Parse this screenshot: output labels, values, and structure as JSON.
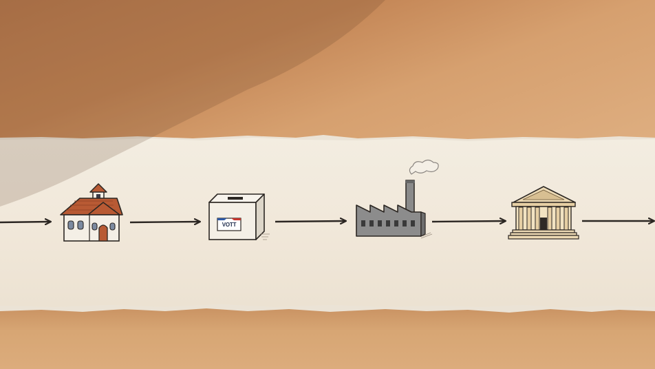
{
  "diagram": {
    "type": "flow",
    "direction": "left-to-right",
    "nodes": [
      {
        "id": "schoolhouse",
        "icon": "schoolhouse-icon",
        "label": ""
      },
      {
        "id": "ballot-box",
        "icon": "ballot-box-icon",
        "label": "VOTT"
      },
      {
        "id": "factory",
        "icon": "factory-icon",
        "label": ""
      },
      {
        "id": "government-building",
        "icon": "government-building-icon",
        "label": ""
      }
    ],
    "edges": [
      {
        "from": "",
        "to": "schoolhouse"
      },
      {
        "from": "schoolhouse",
        "to": "ballot-box"
      },
      {
        "from": "ballot-box",
        "to": "factory"
      },
      {
        "from": "factory",
        "to": "government-building"
      },
      {
        "from": "government-building",
        "to": ""
      }
    ]
  },
  "colors": {
    "background": "#c48656",
    "paper": "#f1e9dc",
    "arrow": "#2b2622",
    "roof": "#b85a34",
    "ballot_blue": "#2f5aa6",
    "ballot_red": "#c8372f",
    "factory_gray": "#8a8a8a",
    "building_stone": "#ecd9b4"
  }
}
